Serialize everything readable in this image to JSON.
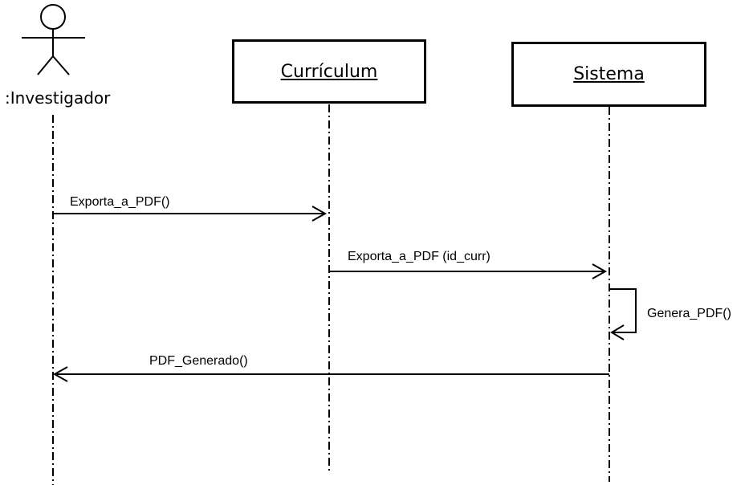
{
  "actor": {
    "label": ":Investigador"
  },
  "objects": [
    {
      "label": "Currículum"
    },
    {
      "label": "Sistema"
    }
  ],
  "messages": [
    {
      "label": "Exporta_a_PDF()",
      "from": "Investigador",
      "to": "Currículum"
    },
    {
      "label": "Exporta_a_PDF (id_curr)",
      "from": "Currículum",
      "to": "Sistema"
    },
    {
      "label": "Genera_PDF()",
      "from": "Sistema",
      "to": "Sistema"
    },
    {
      "label": "PDF_Generado()",
      "from": "Sistema",
      "to": "Investigador"
    }
  ],
  "colors": {
    "line": "#000000",
    "background": "#ffffff"
  }
}
